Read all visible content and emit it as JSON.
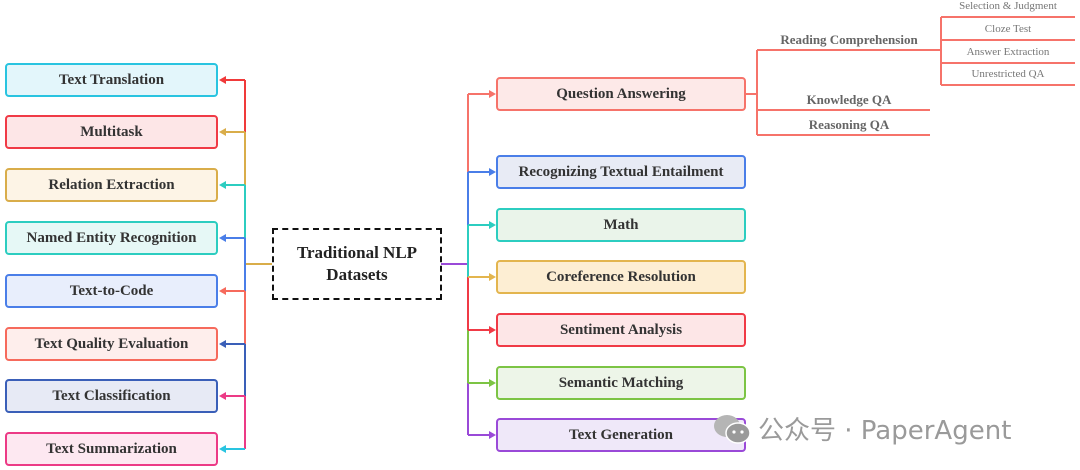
{
  "center": {
    "line1": "Traditional NLP",
    "line2": "Datasets"
  },
  "left": [
    {
      "label": "Text Translation",
      "border": "#29c4e0",
      "fill": "#e3f6fb",
      "arrow": "#f03a3a"
    },
    {
      "label": "Multitask",
      "border": "#f03a46",
      "fill": "#fde6e7",
      "arrow": "#d9ad4a"
    },
    {
      "label": "Relation Extraction",
      "border": "#d9ad4a",
      "fill": "#fdf4e6",
      "arrow": "#2ccdc0"
    },
    {
      "label": "Named Entity Recognition",
      "border": "#2ccdc0",
      "fill": "#e6f8f6",
      "arrow": "#4a7ee8"
    },
    {
      "label": "Text-to-Code",
      "border": "#4a7ee8",
      "fill": "#e8eefc",
      "arrow": "#f66a5c"
    },
    {
      "label": "Text Quality Evaluation",
      "border": "#f66a5c",
      "fill": "#feeeec",
      "arrow": "#3a5fb8"
    },
    {
      "label": "Text Classification",
      "border": "#3a5fb8",
      "fill": "#e7eaf5",
      "arrow": "#ec3a86"
    },
    {
      "label": "Text Summarization",
      "border": "#ec3a86",
      "fill": "#fde8f1",
      "arrow": "#29c4e0"
    }
  ],
  "right": [
    {
      "label": "Question Answering",
      "border": "#f6736a",
      "fill": "#fde9e8",
      "arrow": "#f6736a"
    },
    {
      "label": "Recognizing Textual Entailment",
      "border": "#4a7ee8",
      "fill": "#e8ebf5",
      "arrow": "#4a7ee8"
    },
    {
      "label": "Math",
      "border": "#2ccdc0",
      "fill": "#eaf4ea",
      "arrow": "#2ccdc0"
    },
    {
      "label": "Coreference Resolution",
      "border": "#e3b54e",
      "fill": "#fdeed3",
      "arrow": "#e3b54e"
    },
    {
      "label": "Sentiment Analysis",
      "border": "#f03a46",
      "fill": "#fde6e7",
      "arrow": "#f03a46"
    },
    {
      "label": "Semantic Matching",
      "border": "#7cc444",
      "fill": "#edf5e8",
      "arrow": "#7cc444"
    },
    {
      "label": "Text Generation",
      "border": "#9a4ad8",
      "fill": "#efe8f9",
      "arrow": "#9a4ad8"
    }
  ],
  "qa": {
    "reading": "Reading Comprehension",
    "knowledge": "Knowledge QA",
    "reasoning": "Reasoning QA",
    "reading_sub": [
      "Selection & Judgment",
      "Cloze Test",
      "Answer Extraction",
      "Unrestricted QA"
    ]
  },
  "watermark": "公众号 · PaperAgent"
}
